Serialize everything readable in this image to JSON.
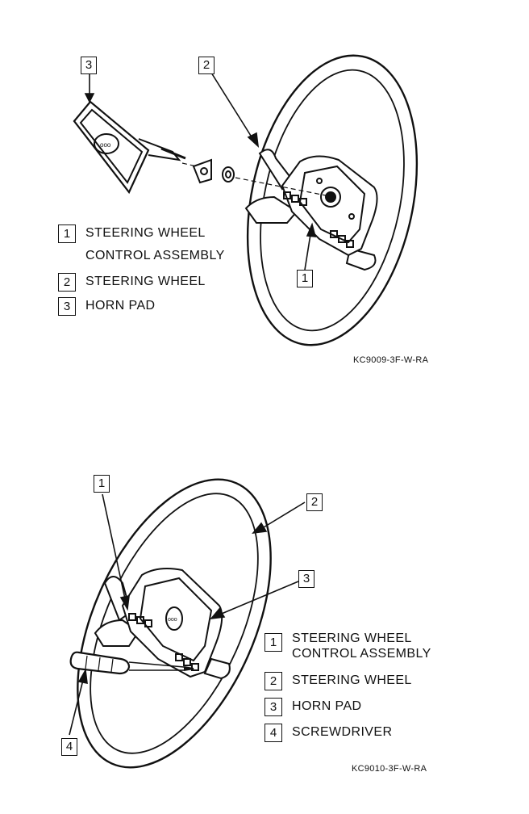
{
  "figure1": {
    "callouts": [
      "3",
      "2",
      "1"
    ],
    "legend": [
      {
        "num": "1",
        "label": "STEERING WHEEL\nCONTROL ASSEMBLY"
      },
      {
        "num": "2",
        "label": "STEERING WHEEL"
      },
      {
        "num": "3",
        "label": "HORN PAD"
      }
    ],
    "code": "KC9009-3F-W-RA"
  },
  "figure2": {
    "callouts": [
      "1",
      "2",
      "3",
      "4"
    ],
    "legend": [
      {
        "num": "1",
        "label": "STEERING WHEEL\nCONTROL ASSEMBLY"
      },
      {
        "num": "2",
        "label": "STEERING WHEEL"
      },
      {
        "num": "3",
        "label": "HORN PAD"
      },
      {
        "num": "4",
        "label": "SCREWDRIVER"
      }
    ],
    "code": "KC9010-3F-W-RA"
  }
}
